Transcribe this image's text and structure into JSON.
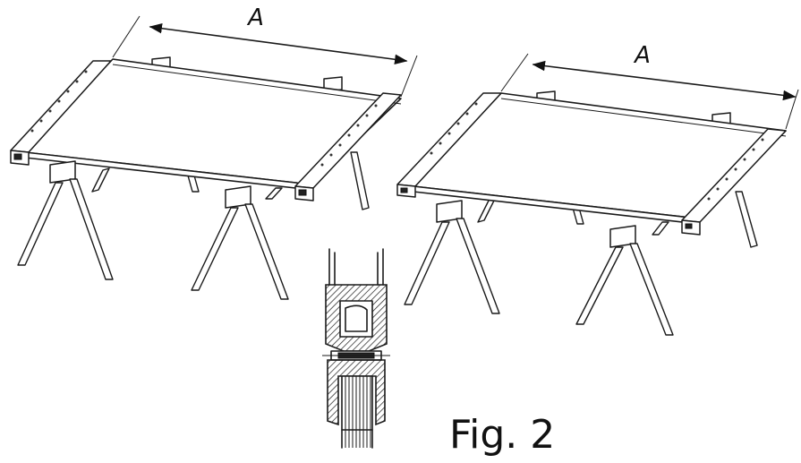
{
  "labels": {
    "left_dimension": "A",
    "right_dimension": "A",
    "figure_caption": "Fig. 2"
  },
  "colors": {
    "line": "#1a1a1a",
    "background": "#ffffff"
  }
}
